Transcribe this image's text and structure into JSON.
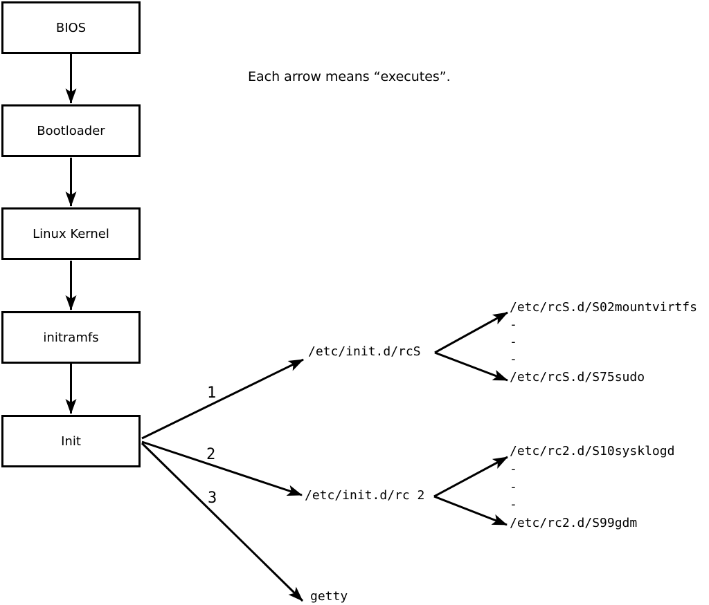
{
  "note": {
    "text": "Each arrow means “executes”."
  },
  "diagram": {
    "boxes": [
      {
        "label": "BIOS"
      },
      {
        "label": "Bootloader"
      },
      {
        "label": "Linux Kernel"
      },
      {
        "label": "initramfs"
      },
      {
        "label": "Init"
      }
    ],
    "arrow_labels": [
      "1",
      "2",
      "3"
    ],
    "nodes": {
      "rcs_script": "/etc/init.d/rcS",
      "rc2_script": "/etc/init.d/rc 2",
      "getty": "getty",
      "rcs_first_service": "/etc/rcS.d/S02mountvirtfs",
      "rcs_last_service": "/etc/rcS.d/S75sudo",
      "rc2_first_service": "/etc/rc2.d/S10sysklogd",
      "rc2_last_service": "/etc/rc2.d/S99gdm",
      "ellipsis_dash": "-"
    },
    "colors": {
      "line": "#000000",
      "background": "#ffffff",
      "box_fill": "#ffffff"
    }
  }
}
